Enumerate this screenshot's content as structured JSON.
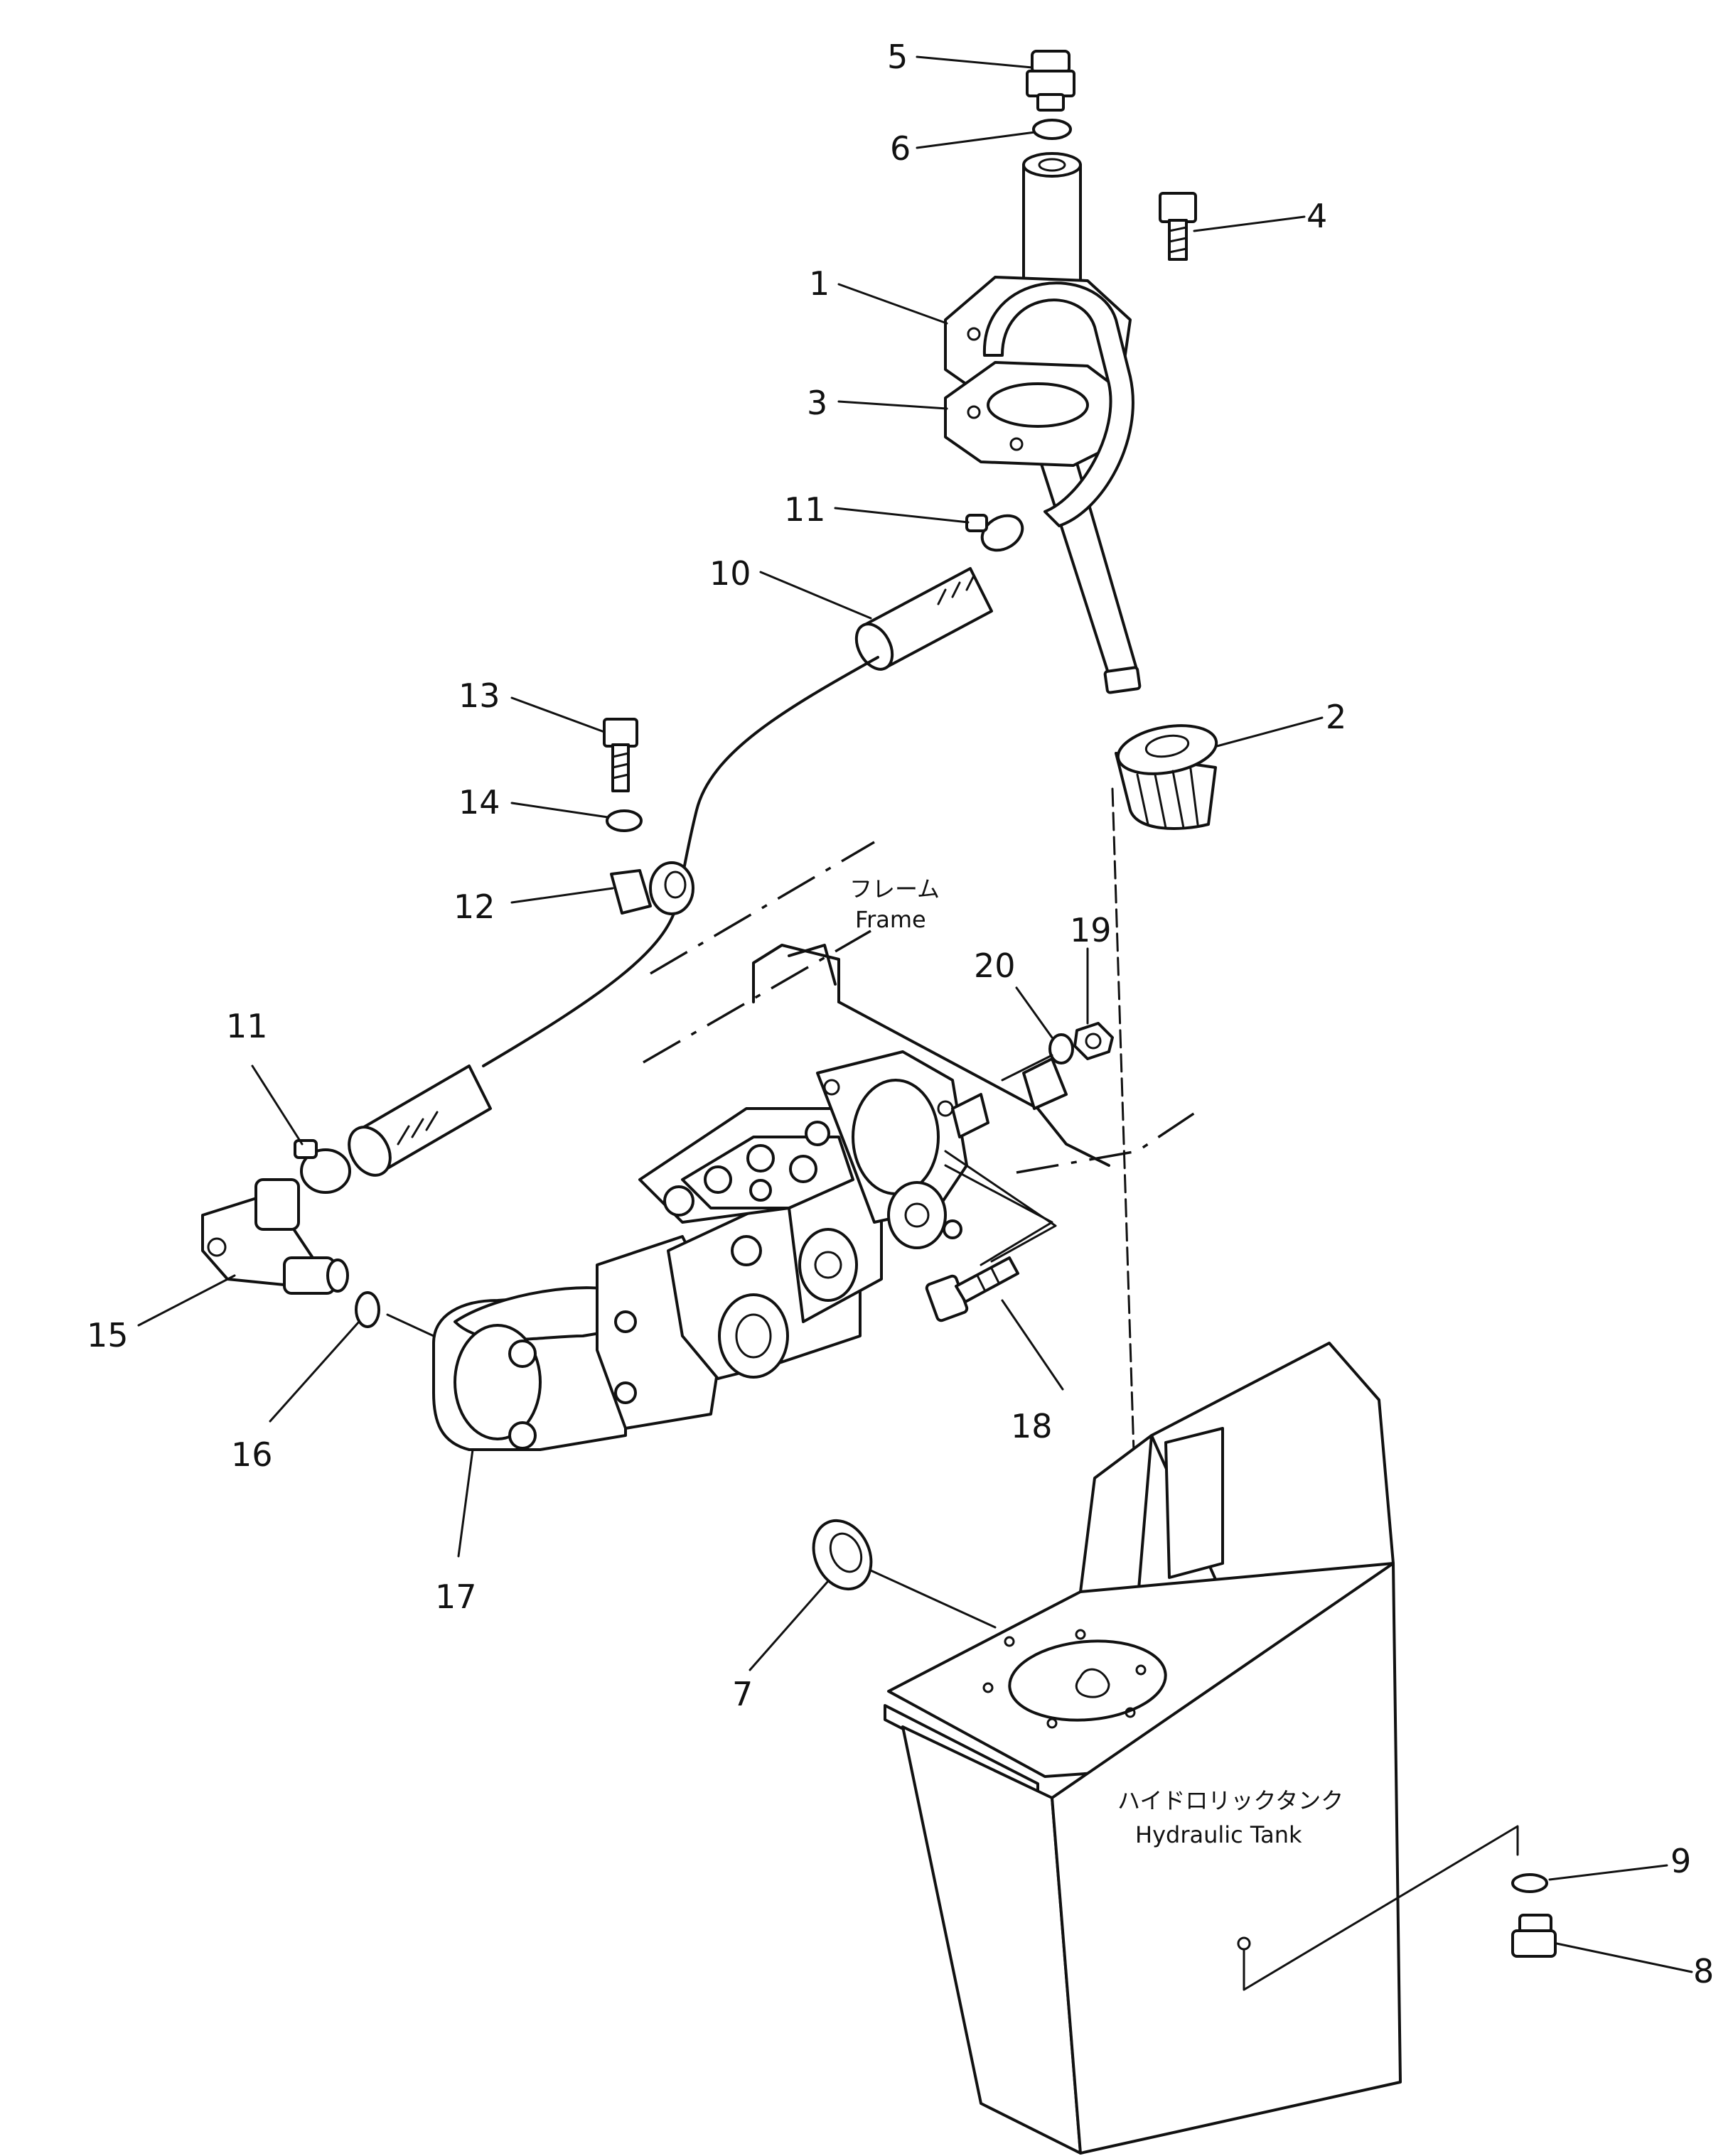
{
  "labels": {
    "frame_jp": "フレーム",
    "frame_en": "Frame",
    "tank_jp": "ハイドロリックタンク",
    "tank_en": "Hydraulic Tank"
  },
  "callouts": [
    "5",
    "6",
    "4",
    "1",
    "3",
    "11",
    "10",
    "2",
    "13",
    "14",
    "12",
    "19",
    "20",
    "11",
    "15",
    "16",
    "17",
    "18",
    "7",
    "9",
    "8"
  ]
}
